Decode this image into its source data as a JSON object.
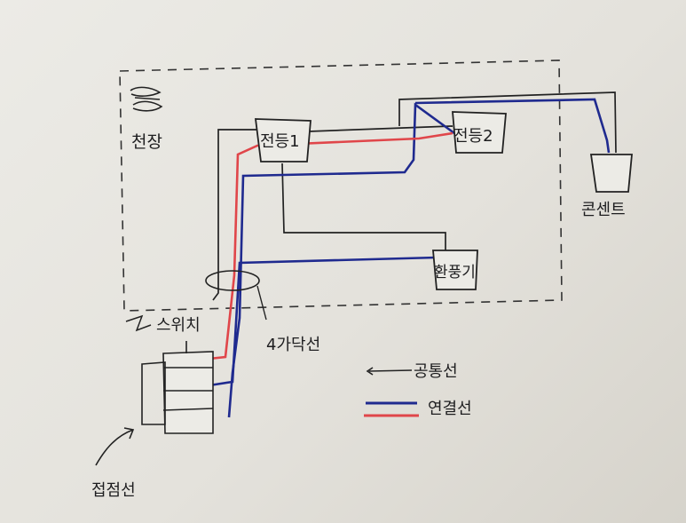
{
  "labels": {
    "ceiling": "천장",
    "lamp1": "전등1",
    "lamp2": "전등2",
    "outlet": "콘센트",
    "fan": "환풍기",
    "switch": "스위치",
    "four_core_cable": "4가닥선",
    "contact_wire": "접점선"
  },
  "legend": {
    "common": "공통선",
    "connection": "연결선"
  },
  "colors": {
    "black_wire": "#222222",
    "blue_wire": "#1f2a8f",
    "red_wire": "#e0464a"
  }
}
